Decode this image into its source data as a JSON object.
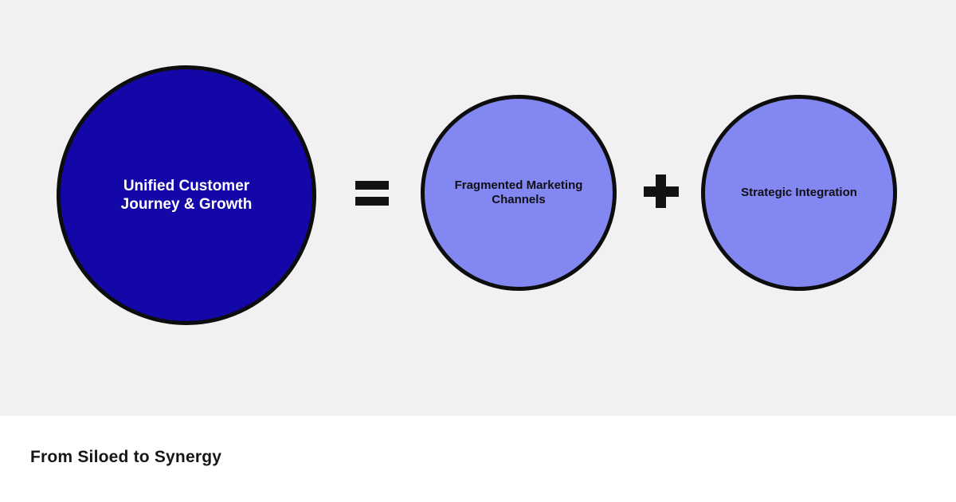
{
  "page": {
    "background": "#ffffff",
    "panel_background": "#f1f1f2"
  },
  "diagram": {
    "result_circle": {
      "lines": [
        "Unified Customer",
        "Journey & Growth"
      ],
      "fill": "#1407a8",
      "border_color": "#0d0d0d",
      "text_color": "#ffffff"
    },
    "operator_equals": "=",
    "component_circle_1": {
      "lines": [
        "Fragmented Marketing",
        "Channels"
      ],
      "fill": "#8387f2",
      "border_color": "#0d0d0d",
      "text_color": "#101014"
    },
    "operator_plus": "+",
    "component_circle_2": {
      "lines": [
        "Strategic Integration"
      ],
      "fill": "#8387f2",
      "border_color": "#0d0d0d",
      "text_color": "#101014"
    }
  },
  "caption": {
    "title": "From Siloed to Synergy",
    "color": "#161616"
  }
}
